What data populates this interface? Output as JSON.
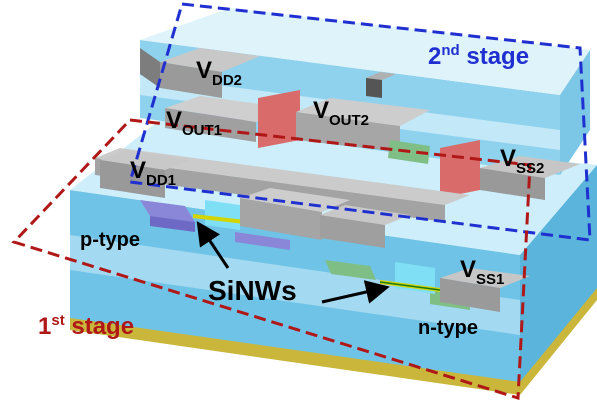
{
  "labels": {
    "vdd2": {
      "main": "V",
      "sub": "DD2"
    },
    "vout1": {
      "main": "V",
      "sub": "OUT1"
    },
    "vout2": {
      "main": "V",
      "sub": "OUT2"
    },
    "vdd1": {
      "main": "V",
      "sub": "DD1"
    },
    "vss2": {
      "main": "V",
      "sub": "SS2"
    },
    "vss1": {
      "main": "V",
      "sub": "SS1"
    },
    "p_type": "p-type",
    "n_type": "n-type",
    "sinws": "SiNWs",
    "stage2": {
      "num": "2",
      "sup": "nd",
      "rest": " stage"
    },
    "stage1": {
      "num": "1",
      "sup": "st",
      "rest": " stage"
    }
  },
  "colors": {
    "stage2_outline": "#1f2fd0",
    "stage1_outline": "#b01818",
    "substrate_yellow": "#c9b63a",
    "oxide_light": "#bfe6f6",
    "metal_gray": "#a9a9a9",
    "p_contact": "#8a86d8",
    "n_contact": "#7fbf86",
    "red_contact": "#d96b6b",
    "nanowire": "#d4d400"
  }
}
